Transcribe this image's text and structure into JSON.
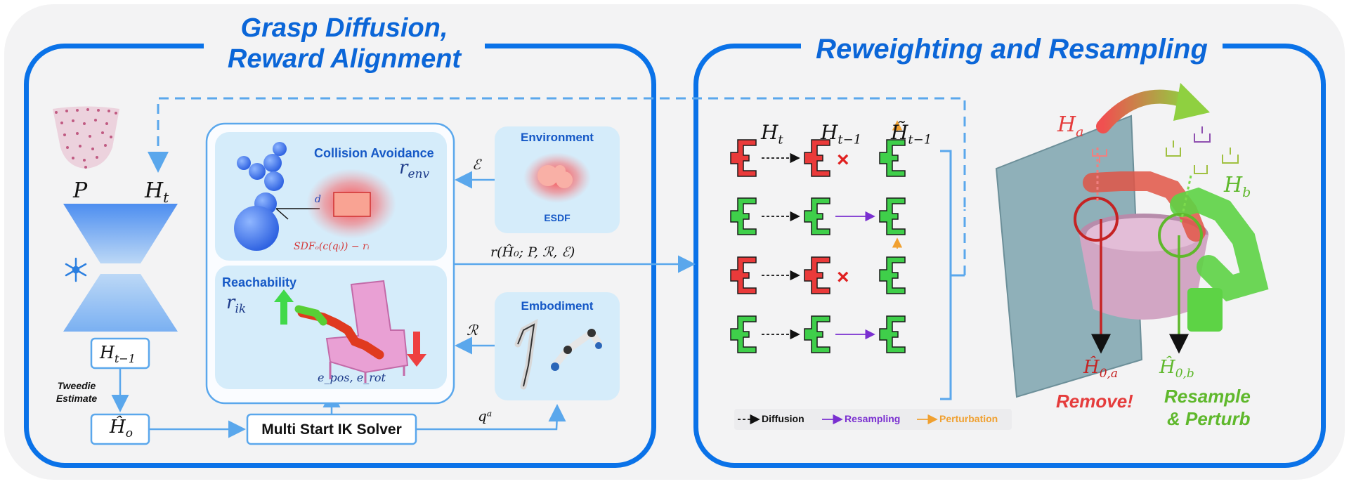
{
  "left_panel": {
    "title_line1": "Grasp Diffusion,",
    "title_line2": "Reward Alignment"
  },
  "right_panel": {
    "title": "Reweighting and Resampling"
  },
  "diffusion_model": {
    "point_cloud_label": "P",
    "input_label": "H",
    "input_sub": "t",
    "prev_label": "H",
    "prev_sub": "t−1",
    "tweedie_line1": "Tweedie",
    "tweedie_line2": "Estimate",
    "estimate_label": "Ĥ",
    "estimate_sub": "o"
  },
  "reward_box": {
    "collision_title": "Collision Avoidance",
    "collision_reward": "r",
    "collision_reward_sub": "env",
    "distance_label": "d",
    "sdf_formula": "SDFₒ(c(qᵢ)) − rᵢ",
    "reach_title": "Reachability",
    "reach_reward": "r",
    "reach_reward_sub": "ik",
    "pose_error": "e_pos, e_rot"
  },
  "environment_box": {
    "title": "Environment",
    "esdf_label": "ESDF",
    "symbol": "ℰ"
  },
  "embodiment_box": {
    "title": "Embodiment",
    "symbol": "ℛ"
  },
  "solver": {
    "label": "Multi Start IK Solver",
    "output": "qᵃ"
  },
  "reward_function": "r(Ĥ₀; P, ℛ, ℰ)",
  "resampling": {
    "col_headers": [
      {
        "base": "H",
        "sub": "t"
      },
      {
        "base": "H",
        "sub": "t−1"
      },
      {
        "base": "H̃",
        "sub": "t−1"
      }
    ],
    "rows": [
      {
        "status": "removed"
      },
      {
        "status": "resampled"
      },
      {
        "status": "removed"
      },
      {
        "status": "resampled"
      }
    ],
    "legend": {
      "diffusion": "Diffusion",
      "resampling": "Resampling",
      "perturbation": "Perturbation"
    }
  },
  "scene": {
    "grasp_a": "H",
    "grasp_a_sub": "a",
    "grasp_b": "H",
    "grasp_b_sub": "b",
    "estimate_a": "Ĥ",
    "estimate_a_sub": "0,a",
    "estimate_b": "Ĥ",
    "estimate_b_sub": "0,b",
    "remove_label": "Remove!",
    "resample_line1": "Resample",
    "resample_line2": "& Perturb"
  },
  "colors": {
    "accent_blue": "#0a72e8",
    "light_blue": "#5aa7ec",
    "red": "#ea3a3a",
    "green": "#3fcf4a",
    "resample_purple": "#7a2fd0",
    "perturb_orange": "#f0a030",
    "scene_green": "#5fb82c"
  }
}
